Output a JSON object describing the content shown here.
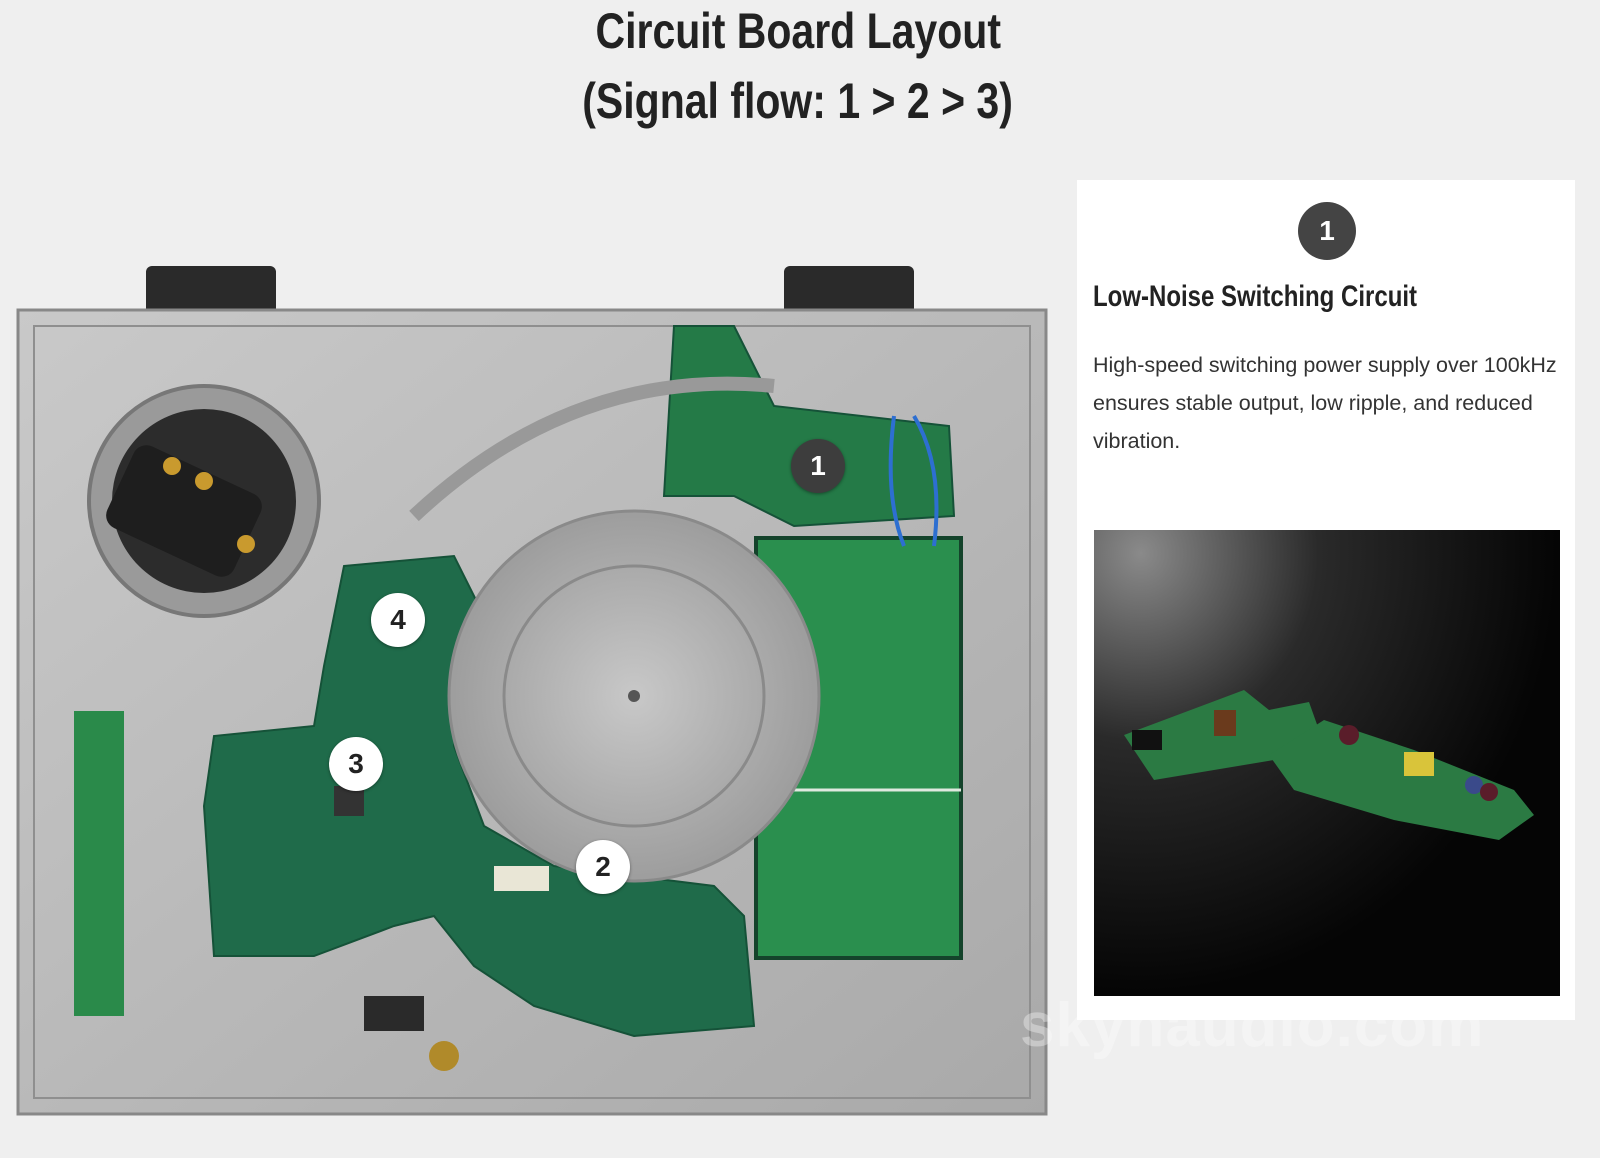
{
  "header": {
    "title_line1": "Circuit Board Layout",
    "title_line2": "(Signal flow: 1 > 2 > 3)"
  },
  "board": {
    "markers": [
      {
        "number": "1",
        "active": true
      },
      {
        "number": "2",
        "active": false
      },
      {
        "number": "3",
        "active": false
      },
      {
        "number": "4",
        "active": false
      }
    ]
  },
  "detail_card": {
    "badge": "1",
    "heading": "Low-Noise Switching Circuit",
    "description": "High-speed switching power supply over 100kHz ensures stable output, low ripple, and reduced vibration."
  },
  "watermark": "skyhaudio.com",
  "colors": {
    "background": "#efefef",
    "pcb_green": "#1f6b4a",
    "plate_gray": "#b8b8b8",
    "badge_dark": "#444444"
  }
}
